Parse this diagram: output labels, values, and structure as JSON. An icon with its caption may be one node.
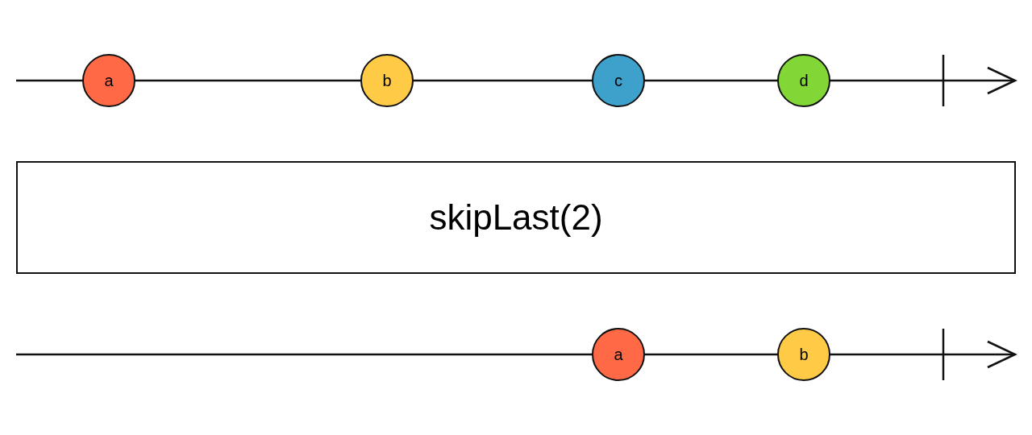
{
  "diagram": {
    "nodes": [
      {
        "text": [
          "a"
        ]
      },
      {
        "text": [
          "b"
        ]
      },
      {
        "text": [
          "c"
        ]
      },
      {
        "text": [
          "d"
        ]
      },
      {
        "text": [
          "skipLast(2)"
        ]
      },
      {
        "text": [
          "a"
        ]
      },
      {
        "text": [
          "b"
        ]
      }
    ]
  }
}
